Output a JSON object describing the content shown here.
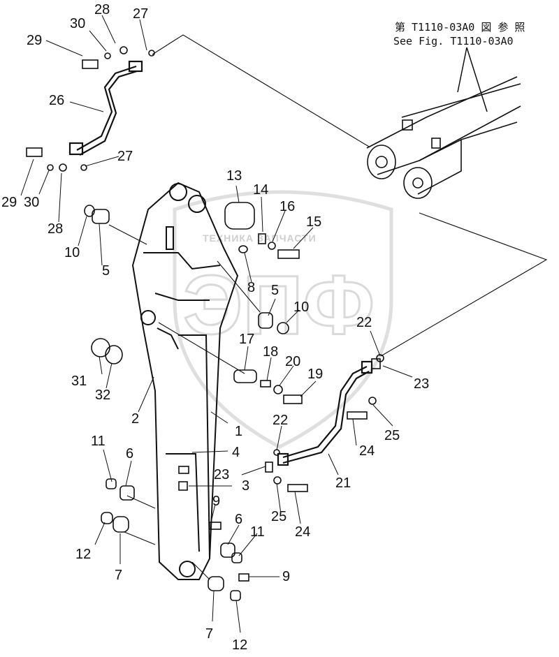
{
  "reference": {
    "line_jp": "第 T1110-03A0 図 参 照",
    "line_en": "See Fig. T1110-03A0"
  },
  "watermark": {
    "company": "ТЕХНИКА ЗАПЧАСТИ",
    "logo": "ЭПФ"
  },
  "callouts": [
    {
      "id": "c28a",
      "text": "28"
    },
    {
      "id": "c27a",
      "text": "27"
    },
    {
      "id": "c30a",
      "text": "30"
    },
    {
      "id": "c29a",
      "text": "29"
    },
    {
      "id": "c26",
      "text": "26"
    },
    {
      "id": "c27b",
      "text": "27"
    },
    {
      "id": "c29b",
      "text": "29"
    },
    {
      "id": "c30b",
      "text": "30"
    },
    {
      "id": "c28b",
      "text": "28"
    },
    {
      "id": "c10a",
      "text": "10"
    },
    {
      "id": "c5a",
      "text": "5"
    },
    {
      "id": "c13",
      "text": "13"
    },
    {
      "id": "c14",
      "text": "14"
    },
    {
      "id": "c16",
      "text": "16"
    },
    {
      "id": "c15",
      "text": "15"
    },
    {
      "id": "c8",
      "text": "8"
    },
    {
      "id": "c5b",
      "text": "5"
    },
    {
      "id": "c10b",
      "text": "10"
    },
    {
      "id": "c22a",
      "text": "22"
    },
    {
      "id": "c17",
      "text": "17"
    },
    {
      "id": "c18",
      "text": "18"
    },
    {
      "id": "c20",
      "text": "20"
    },
    {
      "id": "c19",
      "text": "19"
    },
    {
      "id": "c23a",
      "text": "23"
    },
    {
      "id": "c31",
      "text": "31"
    },
    {
      "id": "c32",
      "text": "32"
    },
    {
      "id": "c2",
      "text": "2"
    },
    {
      "id": "c1",
      "text": "1"
    },
    {
      "id": "c22b",
      "text": "22"
    },
    {
      "id": "c24a",
      "text": "24"
    },
    {
      "id": "c25a",
      "text": "25"
    },
    {
      "id": "c11a",
      "text": "11"
    },
    {
      "id": "c6a",
      "text": "6"
    },
    {
      "id": "c4",
      "text": "4"
    },
    {
      "id": "c23b",
      "text": "23"
    },
    {
      "id": "c3",
      "text": "3"
    },
    {
      "id": "c21",
      "text": "21"
    },
    {
      "id": "c9a",
      "text": "9"
    },
    {
      "id": "c25b",
      "text": "25"
    },
    {
      "id": "c24b",
      "text": "24"
    },
    {
      "id": "c6b",
      "text": "6"
    },
    {
      "id": "c11b",
      "text": "11"
    },
    {
      "id": "c12a",
      "text": "12"
    },
    {
      "id": "c7a",
      "text": "7"
    },
    {
      "id": "c9b",
      "text": "9"
    },
    {
      "id": "c7b",
      "text": "7"
    },
    {
      "id": "c12b",
      "text": "12"
    }
  ]
}
